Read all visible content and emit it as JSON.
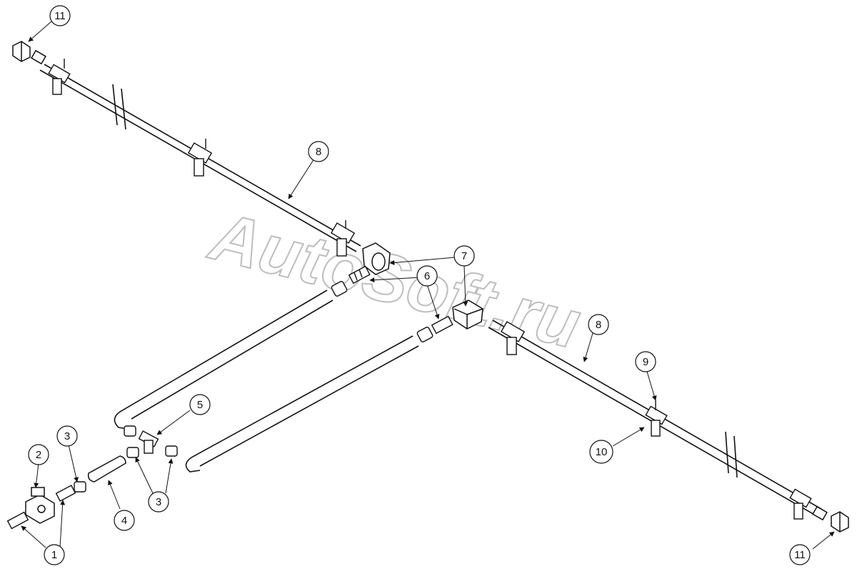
{
  "watermark": {
    "text": "AutoSoft.ru"
  },
  "colors": {
    "line": "#111111",
    "watermark_outline": "#bdbdbd",
    "background": "#ffffff"
  },
  "callouts": [
    {
      "id": "c11-top",
      "number": "11"
    },
    {
      "id": "c8-upper",
      "number": "8"
    },
    {
      "id": "c7",
      "number": "7"
    },
    {
      "id": "c6",
      "number": "6"
    },
    {
      "id": "c8-lower",
      "number": "8"
    },
    {
      "id": "c9",
      "number": "9"
    },
    {
      "id": "c10",
      "number": "10"
    },
    {
      "id": "c5",
      "number": "5"
    },
    {
      "id": "c3-left",
      "number": "3"
    },
    {
      "id": "c2",
      "number": "2"
    },
    {
      "id": "c3-bottom",
      "number": "3"
    },
    {
      "id": "c4",
      "number": "4"
    },
    {
      "id": "c1",
      "number": "1"
    },
    {
      "id": "c11-bottom",
      "number": "11"
    }
  ]
}
